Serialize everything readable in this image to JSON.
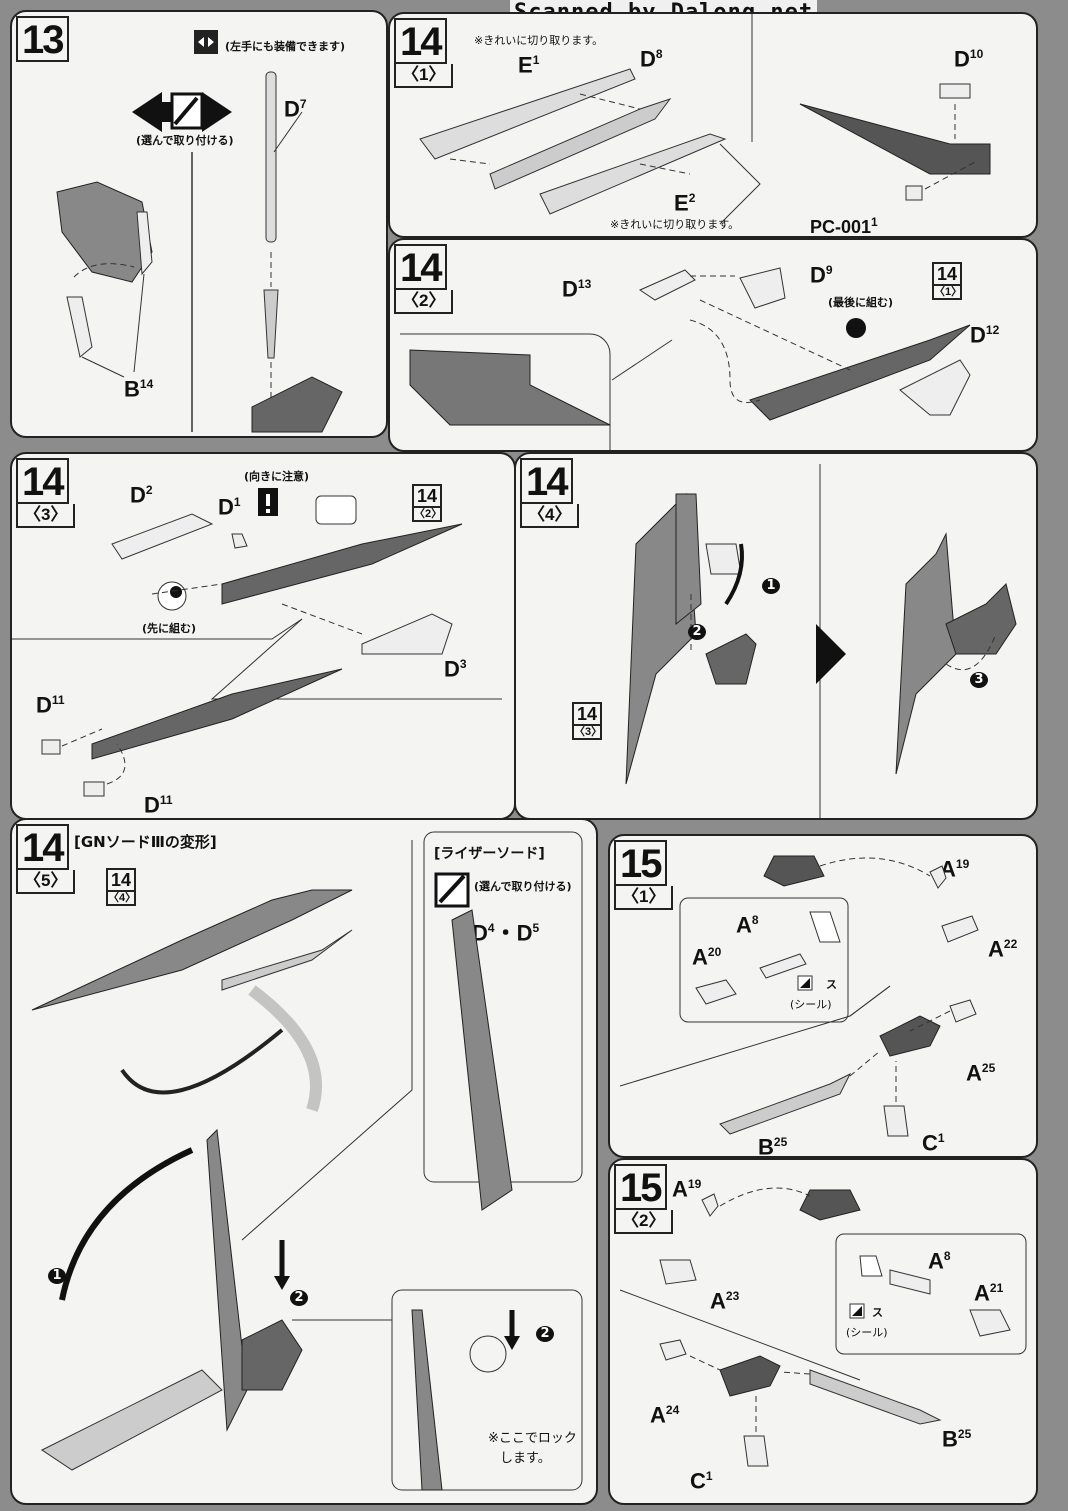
{
  "watermark": "Scanned by Dalong.net",
  "step13": {
    "number": "13",
    "note": "(左手にも装備できます)",
    "choose": "(選んで取り付ける)",
    "parts": {
      "d7": "D",
      "d7n": "7",
      "b14": "B",
      "b14n": "14"
    }
  },
  "step14_1": {
    "number": "14",
    "sub": "〈1〉",
    "note_top": "※きれいに切り取ります。",
    "note_bottom": "※きれいに切り取ります。",
    "parts": {
      "e1": "E",
      "e1n": "1",
      "d8": "D",
      "d8n": "8",
      "e2": "E",
      "e2n": "2",
      "d10": "D",
      "d10n": "10",
      "pc": "PC-001",
      "pcn": "1"
    }
  },
  "step14_2": {
    "number": "14",
    "sub": "〈2〉",
    "note": "(最後に組む)",
    "ref_num": "14",
    "ref_sub": "〈1〉",
    "parts": {
      "d13": "D",
      "d13n": "13",
      "d9": "D",
      "d9n": "9",
      "d12": "D",
      "d12n": "12"
    }
  },
  "step14_3": {
    "number": "14",
    "sub": "〈3〉",
    "note_dir": "(向きに注意)",
    "note_first": "(先に組む)",
    "ref_num": "14",
    "ref_sub": "〈2〉",
    "parts": {
      "d2": "D",
      "d2n": "2",
      "d1": "D",
      "d1n": "1",
      "d3": "D",
      "d3n": "3",
      "d11a": "D",
      "d11an": "11",
      "d11b": "D",
      "d11bn": "11"
    }
  },
  "step14_4": {
    "number": "14",
    "sub": "〈4〉",
    "ref_num": "14",
    "ref_sub": "〈3〉",
    "markers": [
      "1",
      "2",
      "3"
    ]
  },
  "step14_5": {
    "number": "14",
    "sub": "〈5〉",
    "title": "[GNソードⅢの変形]",
    "ref_num": "14",
    "ref_sub": "〈4〉",
    "riser_title": "[ライザーソード]",
    "choose": "(選んで取り付ける)",
    "parts": {
      "d45": "D",
      "d4n": "4",
      "dot": "・",
      "d5": "D",
      "d5n": "5"
    },
    "lock_note_1": "※ここでロック",
    "lock_note_2": "します。",
    "markers": [
      "1",
      "2",
      "2"
    ]
  },
  "step15_1": {
    "number": "15",
    "sub": "〈1〉",
    "sticker_label": "(シール)",
    "sticker_code": "ス",
    "parts": {
      "a19": "A",
      "a19n": "19",
      "a8": "A",
      "a8n": "8",
      "a20": "A",
      "a20n": "20",
      "a22": "A",
      "a22n": "22",
      "a25": "A",
      "a25n": "25",
      "b25": "B",
      "b25n": "25",
      "c1": "C",
      "c1n": "1"
    }
  },
  "step15_2": {
    "number": "15",
    "sub": "〈2〉",
    "sticker_label": "(シール)",
    "sticker_code": "ス",
    "parts": {
      "a19": "A",
      "a19n": "19",
      "a8": "A",
      "a8n": "8",
      "a21": "A",
      "a21n": "21",
      "a23": "A",
      "a23n": "23",
      "a24": "A",
      "a24n": "24",
      "b25": "B",
      "b25n": "25",
      "c1": "C",
      "c1n": "1"
    }
  }
}
